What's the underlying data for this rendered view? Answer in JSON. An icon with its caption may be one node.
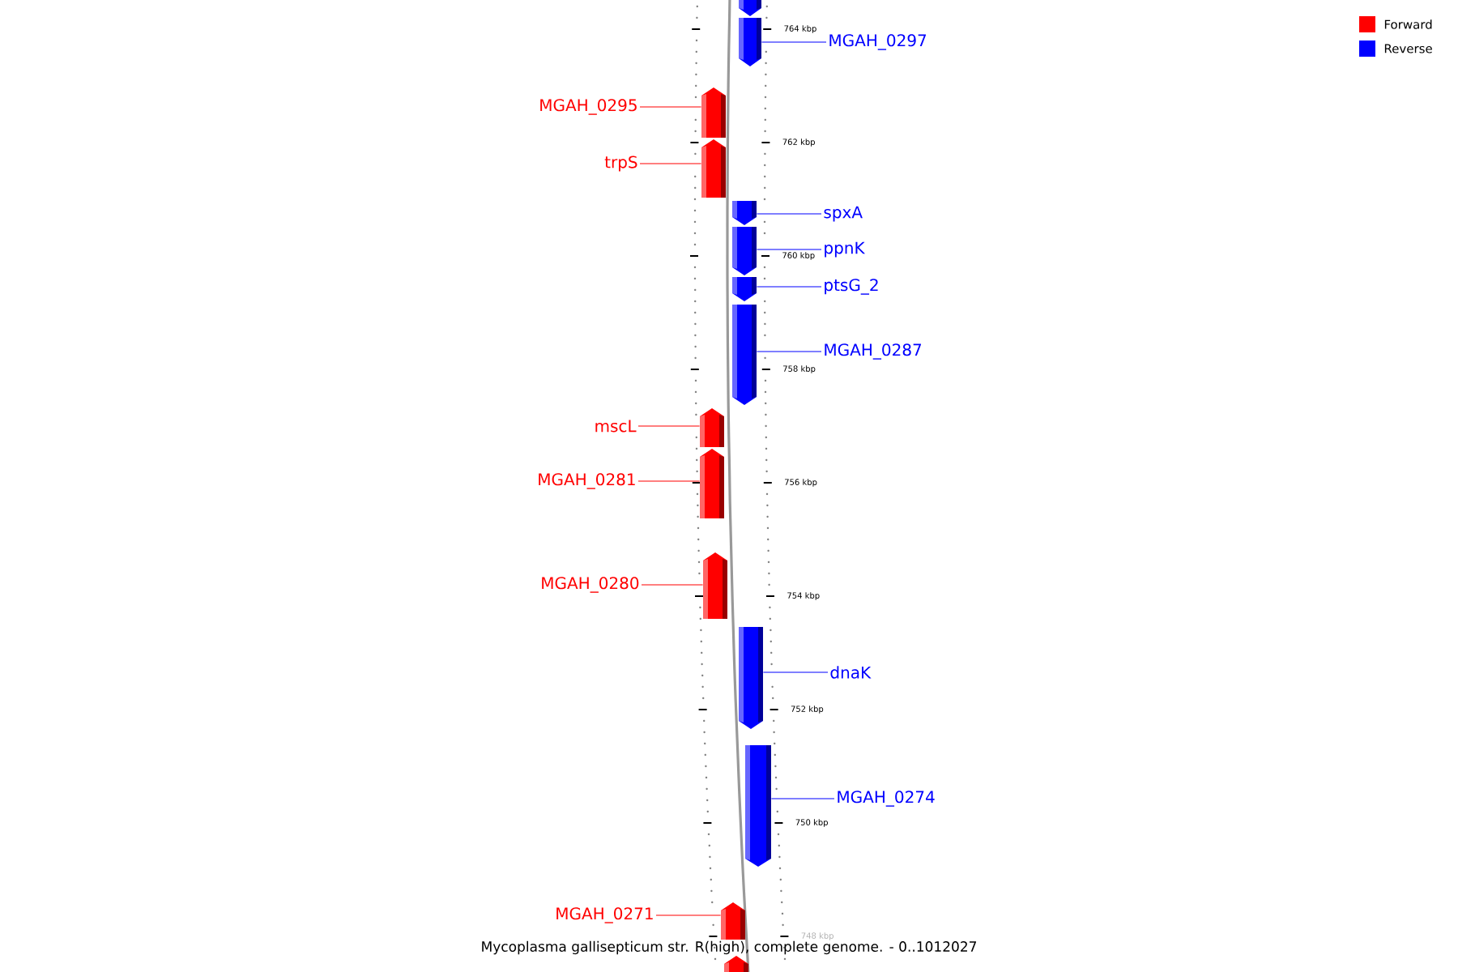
{
  "diagram": {
    "caption": "Mycoplasma gallisepticum str. R(high), complete genome. - 0..1012027",
    "nodes": [
      {
        "text": [],
        "shape": "box"
      },
      {
        "text": [
          "MGAH_0297"
        ]
      },
      {
        "text": [],
        "shape": "box"
      },
      {
        "text": [
          "MGAH_0295"
        ]
      },
      {
        "text": [],
        "shape": "box"
      },
      {
        "text": [
          "trpS"
        ]
      },
      {
        "text": [],
        "shape": "box"
      },
      {
        "text": [
          "spxA"
        ]
      },
      {
        "text": [],
        "shape": "box"
      },
      {
        "text": [
          "ppnK"
        ]
      },
      {
        "text": [],
        "shape": "box"
      },
      {
        "text": [
          "ptsG_2"
        ]
      },
      {
        "text": [],
        "shape": "box"
      },
      {
        "text": [
          "MGAH_0287"
        ]
      },
      {
        "text": [],
        "shape": "box"
      },
      {
        "text": [
          "mscL"
        ]
      },
      {
        "text": [],
        "shape": "box"
      },
      {
        "text": [
          "MGAH_0281"
        ]
      },
      {
        "text": [],
        "shape": "box"
      },
      {
        "text": [
          "MGAH_0280"
        ]
      },
      {
        "text": [],
        "shape": "box"
      },
      {
        "text": [
          "dnaK"
        ]
      },
      {
        "text": [],
        "shape": "box"
      },
      {
        "text": [
          "MGAH_0274"
        ]
      },
      {
        "text": [],
        "shape": "box"
      },
      {
        "text": [
          "MGAH_0271"
        ]
      },
      {
        "text": [],
        "shape": "box"
      },
      {
        "text": [],
        "shape": "box"
      }
    ],
    "edges": [
      {
        "from": 1,
        "to": 2,
        "arrow": "none",
        "color": "#0000ff"
      },
      {
        "from": 3,
        "to": 4,
        "arrow": "none",
        "color": "#ff0000"
      },
      {
        "from": 5,
        "to": 6,
        "arrow": "none",
        "color": "#ff0000"
      },
      {
        "from": 7,
        "to": 8,
        "arrow": "none",
        "color": "#0000ff"
      },
      {
        "from": 9,
        "to": 10,
        "arrow": "none",
        "color": "#0000ff"
      },
      {
        "from": 11,
        "to": 12,
        "arrow": "none",
        "color": "#0000ff"
      },
      {
        "from": 13,
        "to": 14,
        "arrow": "none",
        "color": "#0000ff"
      },
      {
        "from": 15,
        "to": 16,
        "arrow": "none",
        "color": "#ff0000"
      },
      {
        "from": 17,
        "to": 18,
        "arrow": "none",
        "color": "#ff0000"
      },
      {
        "from": 19,
        "to": 20,
        "arrow": "none",
        "color": "#ff0000"
      },
      {
        "from": 21,
        "to": 22,
        "arrow": "none",
        "color": "#0000ff"
      },
      {
        "from": 23,
        "to": 24,
        "arrow": "none",
        "color": "#0000ff"
      },
      {
        "from": 25,
        "to": 26,
        "arrow": "none",
        "color": "#ff0000"
      }
    ],
    "labels": [
      "764 kbp",
      "762 kbp",
      "760 kbp",
      "758 kbp",
      "756 kbp",
      "754 kbp",
      "752 kbp",
      "750 kbp",
      "748 kbp"
    ],
    "legend": [
      {
        "text": "Forward",
        "color": "#ff0000"
      },
      {
        "text": "Reverse",
        "color": "#0000ff"
      }
    ]
  }
}
